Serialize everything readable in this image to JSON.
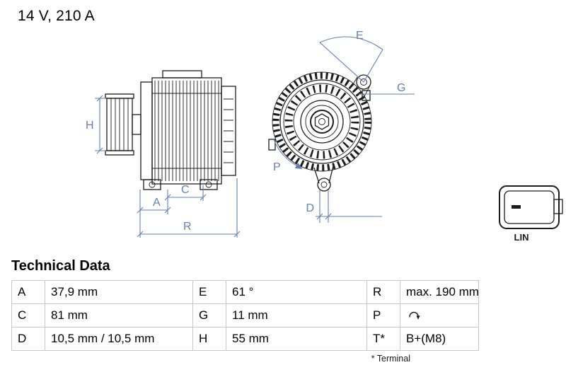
{
  "header": {
    "rating": "14 V, 210 A"
  },
  "colors": {
    "dim": "#667fad",
    "ink": "#1c1c1c"
  },
  "drawing": {
    "labels": {
      "H": "H",
      "A": "A",
      "C": "C",
      "R": "R",
      "E": "E",
      "G": "G",
      "P": "P",
      "D": "D",
      "connector": "LIN"
    }
  },
  "technical_data": {
    "title": "Technical Data",
    "rows": [
      [
        {
          "key": "A",
          "value": "37,9 mm"
        },
        {
          "key": "E",
          "value": "61 °"
        },
        {
          "key": "R",
          "value": "max. 190 mm"
        }
      ],
      [
        {
          "key": "C",
          "value": "81 mm"
        },
        {
          "key": "G",
          "value": "11 mm"
        },
        {
          "key": "P",
          "value": "",
          "icon": "rotation-direction-icon"
        }
      ],
      [
        {
          "key": "D",
          "value": "10,5 mm / 10,5 mm"
        },
        {
          "key": "H",
          "value": "55 mm"
        },
        {
          "key": "T*",
          "value": "B+(M8)"
        }
      ]
    ],
    "footnote": "* Terminal"
  }
}
